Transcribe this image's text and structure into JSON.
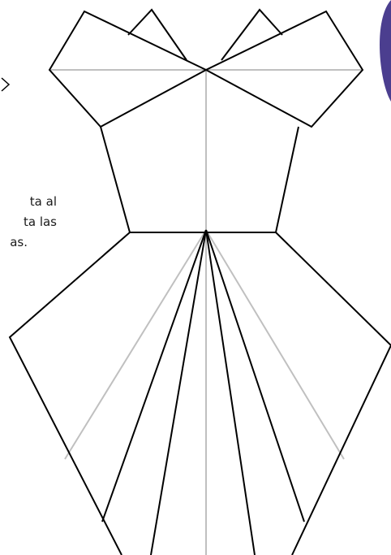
{
  "text_fragment": {
    "lines": [
      "ta  al",
      "ta las",
      "as."
    ]
  },
  "colors": {
    "outline": "#000000",
    "guide": "#c0c0c0",
    "badge": "#4b3e8f"
  },
  "icons": {
    "arrow": "arrow-right-icon"
  }
}
